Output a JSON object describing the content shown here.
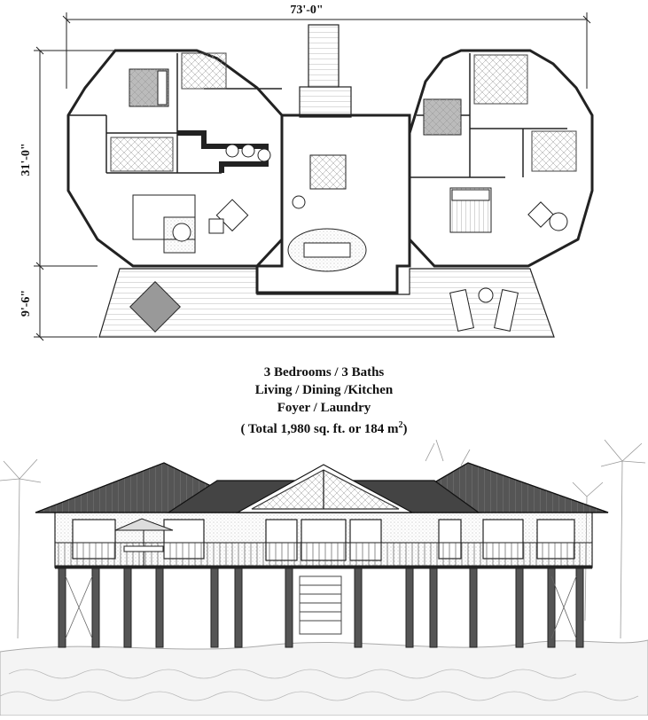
{
  "dimensions": {
    "overall_width": "73'-0\"",
    "main_depth": "31'-0\"",
    "deck_depth": "9'-6\""
  },
  "summary": {
    "line1": "3 Bedrooms / 3 Baths",
    "line2": "Living / Dining /Kitchen",
    "line3": "Foyer / Laundry",
    "line4_prefix": "( Total 1,980 sq. ft. or 184 m",
    "line4_sup": "2",
    "line4_suffix": ")"
  },
  "colors": {
    "line": "#222222",
    "hatch": "#555555",
    "roof": "#3a3a3a",
    "sand": "#bbbbbb"
  }
}
